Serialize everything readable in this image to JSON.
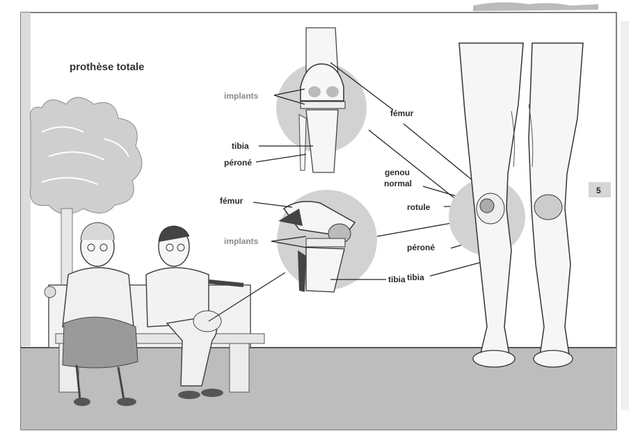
{
  "title": "prothèse totale",
  "page_number": "5",
  "knee_top": {
    "implants": "implants",
    "femur": "fémur",
    "tibia": "tibia",
    "perone": "péroné"
  },
  "knee_side": {
    "femur": "fémur",
    "implants": "implants",
    "tibia": "tibia"
  },
  "legs": {
    "genou_line1": "genou",
    "genou_line2": "normal",
    "rotule": "rotule",
    "perone": "péroné",
    "tibia": "tibia"
  },
  "colors": {
    "gray_disc": "#d2d2d2",
    "floor": "#bdbdbd",
    "wall_shadow": "#e4e4e4"
  }
}
